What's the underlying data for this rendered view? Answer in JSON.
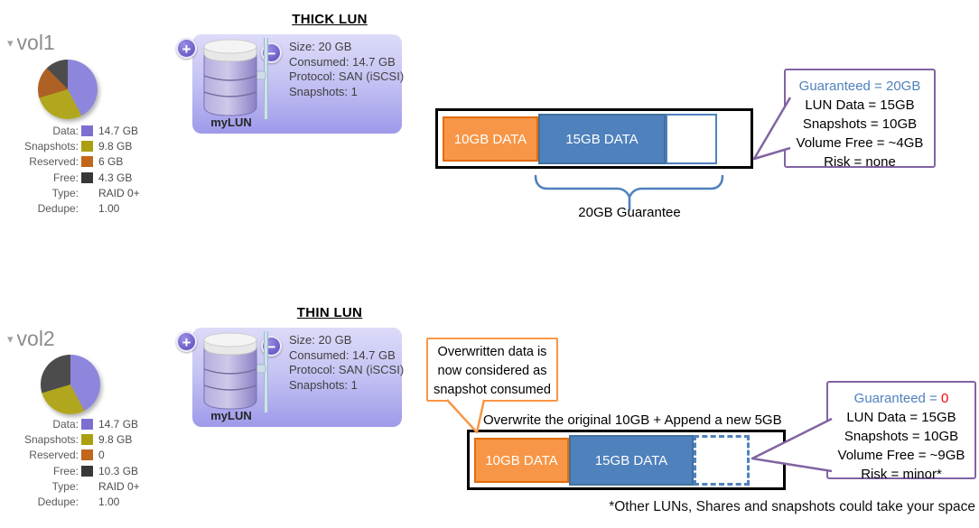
{
  "volumes": [
    {
      "name": "vol1",
      "legend": [
        {
          "label": "Data:",
          "value": "14.7 GB",
          "swatch": "#7b70d0"
        },
        {
          "label": "Snapshots:",
          "value": "9.8 GB",
          "swatch": "#aaa00f"
        },
        {
          "label": "Reserved:",
          "value": "6 GB",
          "swatch": "#c2661c"
        },
        {
          "label": "Free:",
          "value": "4.3 GB",
          "swatch": "#383838"
        },
        {
          "label": "Type:",
          "value": "RAID 0+",
          "swatch": null
        },
        {
          "label": "Dedupe:",
          "value": "1.00",
          "swatch": null
        }
      ],
      "pie": {
        "type": "pie",
        "slices": [
          {
            "label": "Data",
            "value": 14.7,
            "color": "#8d86dc"
          },
          {
            "label": "Snapshots",
            "value": 9.8,
            "color": "#b1a71e"
          },
          {
            "label": "Reserved",
            "value": 6,
            "color": "#ad6124"
          },
          {
            "label": "Free",
            "value": 4.3,
            "color": "#4c4c4c"
          }
        ]
      }
    },
    {
      "name": "vol2",
      "legend": [
        {
          "label": "Data:",
          "value": "14.7 GB",
          "swatch": "#7b70d0"
        },
        {
          "label": "Snapshots:",
          "value": "9.8 GB",
          "swatch": "#aaa00f"
        },
        {
          "label": "Reserved:",
          "value": "0",
          "swatch": "#c2661c"
        },
        {
          "label": "Free:",
          "value": "10.3 GB",
          "swatch": "#383838"
        },
        {
          "label": "Type:",
          "value": "RAID 0+",
          "swatch": null
        },
        {
          "label": "Dedupe:",
          "value": "1.00",
          "swatch": null
        }
      ],
      "pie": {
        "type": "pie",
        "slices": [
          {
            "label": "Data",
            "value": 14.7,
            "color": "#8d86dc"
          },
          {
            "label": "Snapshots",
            "value": 9.8,
            "color": "#b1a71e"
          },
          {
            "label": "Reserved",
            "value": 0,
            "color": "#ad6124"
          },
          {
            "label": "Free",
            "value": 10.3,
            "color": "#4c4c4c"
          }
        ]
      }
    }
  ],
  "thick_section": {
    "title": "THICK LUN",
    "lun_card": {
      "name": "myLUN",
      "add_label": "+",
      "remove_label": "−",
      "details": [
        "Size: 20 GB",
        "Consumed: 14.7 GB",
        "Protocol: SAN (iSCSI)",
        "Snapshots: 1"
      ]
    },
    "bar": {
      "segments": [
        {
          "label": "10GB DATA",
          "size_gb": 10,
          "kind": "snapshot-consumed"
        },
        {
          "label": "15GB DATA",
          "size_gb": 15,
          "kind": "lun-data"
        },
        {
          "label": "",
          "size_gb": 5,
          "kind": "free"
        }
      ]
    },
    "brace_label": "20GB Guarantee",
    "callout": {
      "guaranteed_label": "Guaranteed = ",
      "guaranteed_value": "20GB",
      "guaranteed_value_color": "#4f81bd",
      "lines": [
        "LUN Data = 15GB",
        "Snapshots = 10GB",
        "Volume Free = ~4GB",
        "Risk = none"
      ]
    }
  },
  "thin_section": {
    "title": "THIN LUN",
    "lun_card": {
      "name": "myLUN",
      "add_label": "+",
      "remove_label": "−",
      "details": [
        "Size: 20 GB",
        "Consumed: 14.7 GB",
        "Protocol: SAN (iSCSI)",
        "Snapshots: 1"
      ]
    },
    "overwrite_callout": {
      "lines": [
        "Overwritten data is",
        "now considered as",
        "snapshot consumed"
      ]
    },
    "overwrite_note": "Overwrite the original 10GB + Append a new 5GB",
    "bar": {
      "segments": [
        {
          "label": "10GB DATA",
          "size_gb": 10,
          "kind": "snapshot-consumed"
        },
        {
          "label": "15GB DATA",
          "size_gb": 15,
          "kind": "lun-data"
        },
        {
          "label": "",
          "size_gb": 5,
          "kind": "free-dashed"
        }
      ]
    },
    "callout": {
      "guaranteed_label": "Guaranteed = ",
      "guaranteed_value": "0",
      "guaranteed_value_color": "#ff0000",
      "lines": [
        "LUN Data = 15GB",
        "Snapshots = 10GB",
        "Volume Free = ~9GB",
        "Risk = minor*"
      ]
    }
  },
  "footnote": "*Other LUNs, Shares and snapshots could take your space",
  "colors": {
    "bar_orange": "#f79646",
    "bar_orange_border": "#e36c0a",
    "bar_blue": "#4f81bd",
    "callout_purple": "#8064a2",
    "brace_blue": "#4f81bd",
    "guaranteed_blue": "#4f81bd",
    "guaranteed_red": "#ff0000"
  }
}
